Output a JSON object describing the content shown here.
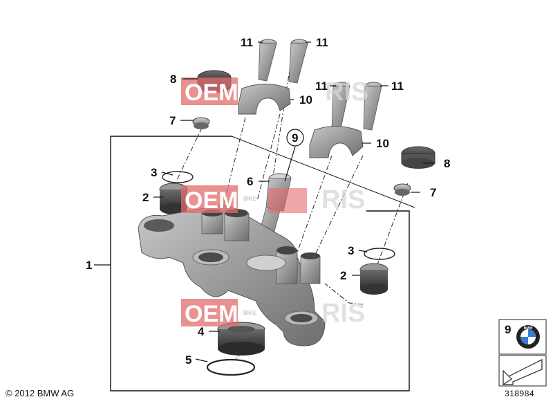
{
  "callouts": {
    "c1": "1",
    "c2a": "2",
    "c2b": "2",
    "c3a": "3",
    "c3b": "3",
    "c4": "4",
    "c5": "5",
    "c6": "6",
    "c7a": "7",
    "c7b": "7",
    "c8a": "8",
    "c8b": "8",
    "c9": "9",
    "c10a": "10",
    "c10b": "10",
    "c11a": "11",
    "c11b": "11",
    "c11c": "11",
    "c11d": "11"
  },
  "watermark": {
    "brand": "OEM",
    "suffix": "RIS",
    "small": "BIKE"
  },
  "legend_box": {
    "number": "9",
    "logo_text": "BMW"
  },
  "footer": {
    "copyright": "© 2012 BMW AG",
    "diagram_id": "318984"
  },
  "colors": {
    "watermark_red": "#e26b6b",
    "part_grey": "#8c8c8c"
  }
}
